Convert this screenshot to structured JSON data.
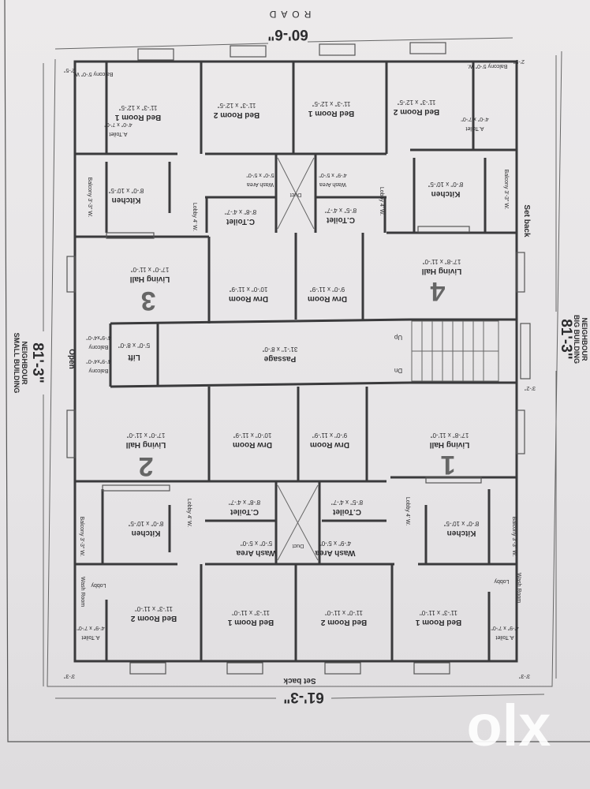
{
  "title": "Floor plan",
  "road": "ROAD",
  "dims": {
    "top": "60'-6\"",
    "bottom": "61'-3\"",
    "left": "81'-3\"",
    "right": "81'-3\""
  },
  "neighbours": {
    "left_1": "NEIGHBOUR",
    "left_2": "SMALL BUILDING",
    "right_1": "NEIGHBOUR",
    "right_2": "BIG BUILDING"
  },
  "set_back": "Set back",
  "open": "Open",
  "passage": {
    "name": "Passage",
    "dims": "31'-1\" x 8'-0\""
  },
  "lift": {
    "name": "Lift",
    "dims": "5'-0\" x 8'-0\""
  },
  "stairs": {
    "up": "Up",
    "down": "Dn"
  },
  "flats": [
    "1",
    "2",
    "3",
    "4"
  ],
  "rooms": [
    {
      "name": "Bed Room 1",
      "dims": "11'-3\" x 12'-5\""
    },
    {
      "name": "Bed Room 2",
      "dims": "11'-3\" x 12'-5\""
    },
    {
      "name": "Bed Room 1",
      "dims": "11'-3\" x 12'-5\""
    },
    {
      "name": "Bed Room 2",
      "dims": "11'-3\" x 12'-5\""
    },
    {
      "name": "A.Toilet",
      "dims": "4'-0\" x 7'-0\""
    },
    {
      "name": "A.Toilet",
      "dims": "4'-0\" x 7'-0\""
    },
    {
      "name": "Kitchen",
      "dims": "8'-0\" x 10'-5\""
    },
    {
      "name": "Kitchen",
      "dims": "8'-0\" x 10'-5\""
    },
    {
      "name": "Wash Area",
      "dims": "5'-0\" x 5'-0\""
    },
    {
      "name": "Wash Area",
      "dims": "4'-9\" x 5'-0\""
    },
    {
      "name": "C.Toilet",
      "dims": "8'-8\" x 4'-7\""
    },
    {
      "name": "C.Toilet",
      "dims": "8'-5\" x 4'-7\""
    },
    {
      "name": "Living Hall",
      "dims": "17'-0\" x 11'-0\""
    },
    {
      "name": "Drw Room",
      "dims": "10'-0\" x 11'-9\""
    },
    {
      "name": "Drw Room",
      "dims": "9'-0\" x 11'-9\""
    },
    {
      "name": "Living Hall",
      "dims": "17'-8\" x 11'-0\""
    },
    {
      "name": "Living Hall",
      "dims": "17'-0\" x 11'-0\""
    },
    {
      "name": "Drw Room",
      "dims": "10'-0\" x 11'-9\""
    },
    {
      "name": "Drw Room",
      "dims": "9'-0\" x 11'-9\""
    },
    {
      "name": "Living Hall",
      "dims": "17'-8\" x 11'-0\""
    },
    {
      "name": "Kitchen",
      "dims": "8'-0\" x 10'-5\""
    },
    {
      "name": "Kitchen",
      "dims": "8'-0\" x 10'-5\""
    },
    {
      "name": "C.Toilet",
      "dims": "8'-8\" x 4'-7\""
    },
    {
      "name": "C.Toilet",
      "dims": "8'-5\" x 4'-7\""
    },
    {
      "name": "Wash Area",
      "dims": "5'-0\" x 5'-0\""
    },
    {
      "name": "Wash Area",
      "dims": "4'-9\" x 5'-0\""
    },
    {
      "name": "Bed Room 2",
      "dims": "11'-3\" x 11'-0\""
    },
    {
      "name": "Bed Room 1",
      "dims": "11'-3\" x 11'-0\""
    },
    {
      "name": "Bed Room 2",
      "dims": "11'-0\" x 11'-0\""
    },
    {
      "name": "Bed Room 1",
      "dims": "11'-3\" x 11'-0\""
    },
    {
      "name": "A.Toilet",
      "dims": "4'-9\" x 7'-0\""
    },
    {
      "name": "A.Toilet",
      "dims": "4'-9\" x 7'-0\""
    },
    {
      "name": "Balcony",
      "dims": "4'-9\"x4'-0\""
    },
    {
      "name": "Balcony",
      "dims": "4'-9\"x4'-0\""
    }
  ],
  "small_labels": {
    "duct": "Duct",
    "lobby_w": "Lobby 4' W.",
    "balcony_33": "Balcony 3'-3\" W.",
    "balcony_5": "Balcony 5'-0\" W.",
    "lobby": "Lobby",
    "wash_room": "Wash Room",
    "d25": "2'-5\"",
    "d33": "3'-3\"",
    "d32": "3'-2\""
  },
  "watermark": "olx"
}
